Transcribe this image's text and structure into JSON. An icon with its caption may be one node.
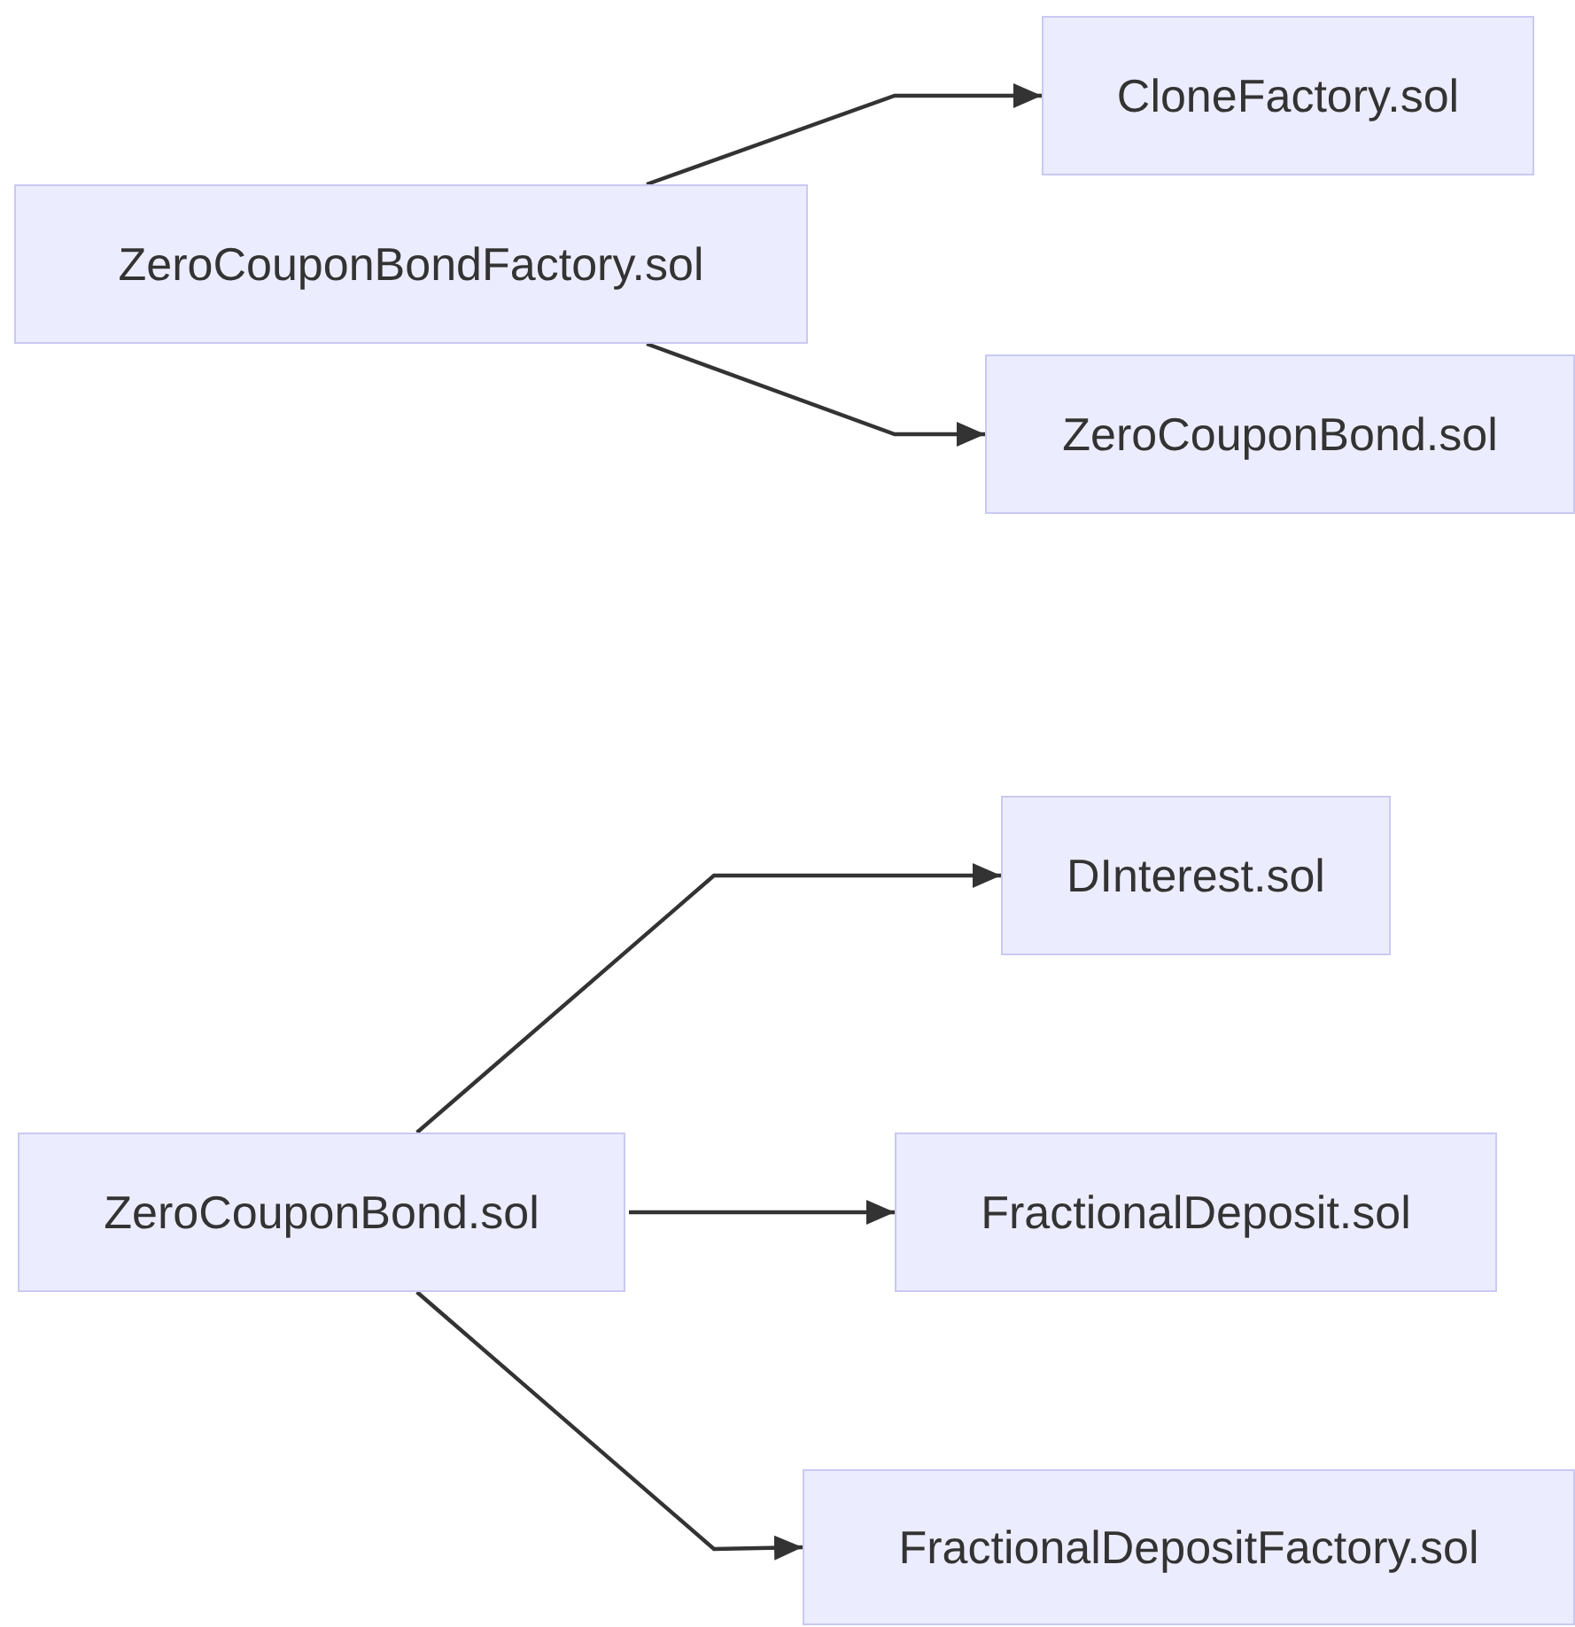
{
  "diagram": {
    "nodes": [
      {
        "text": [
          "ZeroCouponBondFactory.sol"
        ]
      },
      {
        "text": [
          "CloneFactory.sol"
        ]
      },
      {
        "text": [
          "ZeroCouponBond.sol"
        ]
      },
      {
        "text": [
          "ZeroCouponBond.sol"
        ]
      },
      {
        "text": [
          "DInterest.sol"
        ]
      },
      {
        "text": [
          "FractionalDeposit.sol"
        ]
      },
      {
        "text": [
          "FractionalDepositFactory.sol"
        ]
      }
    ],
    "edges": [
      {
        "from": 0,
        "to": 1,
        "arrow": "to"
      },
      {
        "from": 0,
        "to": 2,
        "arrow": "to"
      },
      {
        "from": 3,
        "to": 4,
        "arrow": "to"
      },
      {
        "from": 3,
        "to": 5,
        "arrow": "to"
      },
      {
        "from": 3,
        "to": 6,
        "arrow": "to"
      }
    ]
  }
}
